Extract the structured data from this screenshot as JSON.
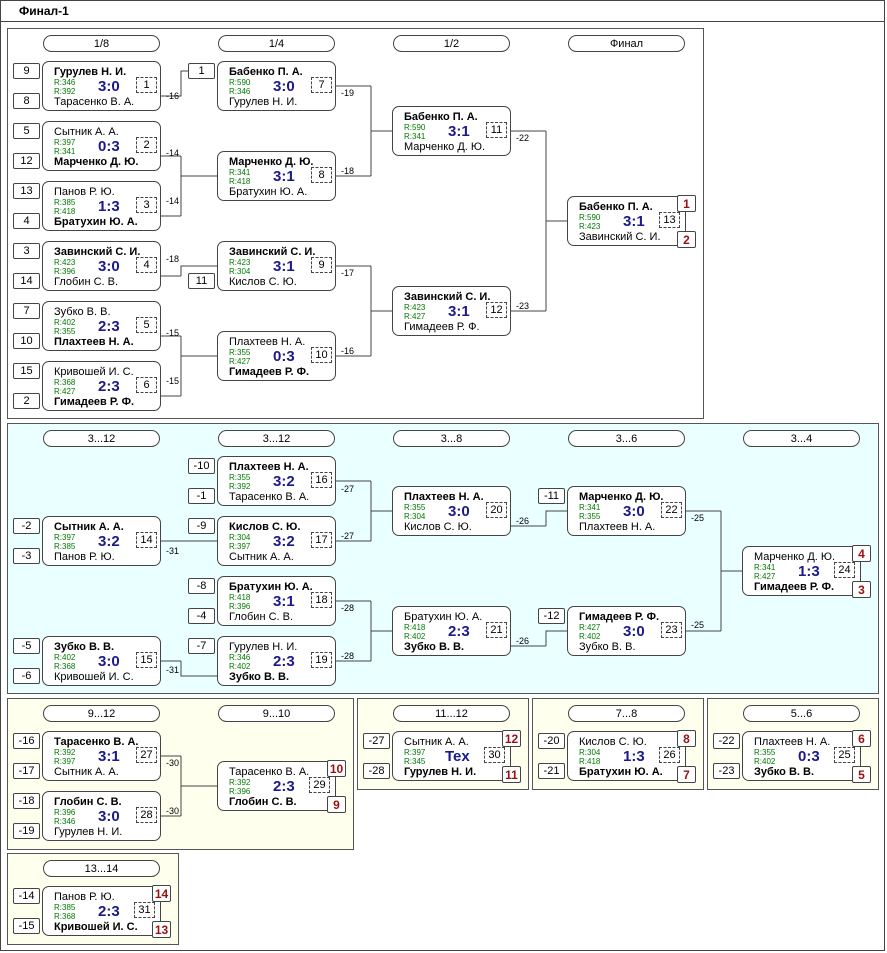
{
  "window": {
    "title": "Финал-1"
  },
  "sections": {
    "main": {
      "rounds": [
        "1/8",
        "1/4",
        "1/2",
        "Финал"
      ]
    },
    "p3_12": {
      "rounds": [
        "3...12",
        "3...12",
        "3...8",
        "3...6",
        "3...4"
      ]
    },
    "p9_12": {
      "rounds": [
        "9...12",
        "9...10"
      ]
    },
    "p11_12": {
      "rounds": [
        "11...12"
      ]
    },
    "p7_8": {
      "rounds": [
        "7...8"
      ]
    },
    "p5_6": {
      "rounds": [
        "5...6"
      ]
    },
    "p13_14": {
      "rounds": [
        "13...14"
      ]
    }
  },
  "seeds": {
    "s1": "9",
    "s2": "8",
    "s3": "5",
    "s4": "12",
    "s5": "13",
    "s6": "4",
    "s7": "3",
    "s8": "14",
    "s9": "7",
    "s10": "10",
    "s11": "15",
    "s12": "2",
    "s13": "1",
    "s14": "11",
    "s15": "-10",
    "s16": "-1",
    "s17": "-9",
    "s18": "-8",
    "s19": "-4",
    "s20": "-7",
    "s21": "-2",
    "s22": "-3",
    "s23": "-5",
    "s24": "-6",
    "s25": "-11",
    "s26": "-12",
    "s27": "-16",
    "s28": "-17",
    "s29": "-18",
    "s30": "-19",
    "s31": "-27",
    "s32": "-28",
    "s33": "-20",
    "s34": "-21",
    "s35": "-22",
    "s36": "-23",
    "s37": "-14",
    "s38": "-15"
  },
  "matches": {
    "m1": {
      "p1": "Гурулев Н. И.",
      "r1": "R:346",
      "r2": "R:392",
      "p2": "Тарасенко В. А.",
      "score": "3:0",
      "num": "1",
      "out": "-16"
    },
    "m2": {
      "p1": "Сытник А. А.",
      "r1": "R:397",
      "r2": "R:341",
      "p2": "Марченко Д. Ю.",
      "score": "0:3",
      "num": "2",
      "out": "-14"
    },
    "m3": {
      "p1": "Панов Р. Ю.",
      "r1": "R:385",
      "r2": "R:418",
      "p2": "Братухин Ю. А.",
      "score": "1:3",
      "num": "3",
      "out": "-14"
    },
    "m4": {
      "p1": "Завинский С. И.",
      "r1": "R:423",
      "r2": "R:396",
      "p2": "Глобин С. В.",
      "score": "3:0",
      "num": "4",
      "out": "-18"
    },
    "m5": {
      "p1": "Зубко В. В.",
      "r1": "R:402",
      "r2": "R:355",
      "p2": "Плахтеев Н. А.",
      "score": "2:3",
      "num": "5",
      "out": "-15"
    },
    "m6": {
      "p1": "Кривошей И. С.",
      "r1": "R:368",
      "r2": "R:427",
      "p2": "Гимадеев Р. Ф.",
      "score": "2:3",
      "num": "6",
      "out": "-15"
    },
    "m7": {
      "p1": "Бабенко П. А.",
      "r1": "R:590",
      "r2": "R:346",
      "p2": "Гурулев Н. И.",
      "score": "3:0",
      "num": "7",
      "out": "-19"
    },
    "m8": {
      "p1": "Марченко Д. Ю.",
      "r1": "R:341",
      "r2": "R:418",
      "p2": "Братухин Ю. А.",
      "score": "3:1",
      "num": "8",
      "out": "-18"
    },
    "m9": {
      "p1": "Завинский С. И.",
      "r1": "R:423",
      "r2": "R:304",
      "p2": "Кислов С. Ю.",
      "score": "3:1",
      "num": "9",
      "out": "-17"
    },
    "m10": {
      "p1": "Плахтеев Н. А.",
      "r1": "R:355",
      "r2": "R:427",
      "p2": "Гимадеев Р. Ф.",
      "score": "0:3",
      "num": "10",
      "out": "-16"
    },
    "m11": {
      "p1": "Бабенко П. А.",
      "r1": "R:590",
      "r2": "R:341",
      "p2": "Марченко Д. Ю.",
      "score": "3:1",
      "num": "11",
      "out": "-22"
    },
    "m12": {
      "p1": "Завинский С. И.",
      "r1": "R:423",
      "r2": "R:427",
      "p2": "Гимадеев Р. Ф.",
      "score": "3:1",
      "num": "12",
      "out": "-23"
    },
    "m13": {
      "p1": "Бабенко П. А.",
      "r1": "R:590",
      "r2": "R:423",
      "p2": "Завинский С. И.",
      "score": "3:1",
      "num": "13",
      "place1": "1",
      "place2": "2"
    },
    "m14": {
      "p1": "Сытник А. А.",
      "r1": "R:397",
      "r2": "R:385",
      "p2": "Панов Р. Ю.",
      "score": "3:2",
      "num": "14",
      "out": "-31"
    },
    "m15": {
      "p1": "Зубко В. В.",
      "r1": "R:402",
      "r2": "R:368",
      "p2": "Кривошей И. С.",
      "score": "3:0",
      "num": "15",
      "out": "-31"
    },
    "m16": {
      "p1": "Плахтеев Н. А.",
      "r1": "R:355",
      "r2": "R:392",
      "p2": "Тарасенко В. А.",
      "score": "3:2",
      "num": "16",
      "out": "-27"
    },
    "m17": {
      "p1": "Кислов С. Ю.",
      "r1": "R:304",
      "r2": "R:397",
      "p2": "Сытник А. А.",
      "score": "3:2",
      "num": "17",
      "out": "-27"
    },
    "m18": {
      "p1": "Братухин Ю. А.",
      "r1": "R:418",
      "r2": "R:396",
      "p2": "Глобин С. В.",
      "score": "3:1",
      "num": "18",
      "out": "-28"
    },
    "m19": {
      "p1": "Гурулев Н. И.",
      "r1": "R:346",
      "r2": "R:402",
      "p2": "Зубко В. В.",
      "score": "2:3",
      "num": "19",
      "out": "-28"
    },
    "m20": {
      "p1": "Плахтеев Н. А.",
      "r1": "R:355",
      "r2": "R:304",
      "p2": "Кислов С. Ю.",
      "score": "3:0",
      "num": "20",
      "out": "-26"
    },
    "m21": {
      "p1": "Братухин Ю. А.",
      "r1": "R:418",
      "r2": "R:402",
      "p2": "Зубко В. В.",
      "score": "2:3",
      "num": "21",
      "out": "-26"
    },
    "m22": {
      "p1": "Марченко Д. Ю.",
      "r1": "R:341",
      "r2": "R:355",
      "p2": "Плахтеев Н. А.",
      "score": "3:0",
      "num": "22",
      "out": "-25"
    },
    "m23": {
      "p1": "Гимадеев Р. Ф.",
      "r1": "R:427",
      "r2": "R:402",
      "p2": "Зубко В. В.",
      "score": "3:0",
      "num": "23",
      "out": "-25"
    },
    "m24": {
      "p1": "Марченко Д. Ю.",
      "r1": "R:341",
      "r2": "R:427",
      "p2": "Гимадеев Р. Ф.",
      "score": "1:3",
      "num": "24",
      "place1": "4",
      "place2": "3"
    },
    "m25": {
      "p1": "Тарасенко В. А.",
      "r1": "R:392",
      "r2": "R:397",
      "p2": "Сытник А. А.",
      "score": "3:1",
      "num": "27",
      "out": "-30"
    },
    "m26": {
      "p1": "Глобин С. В.",
      "r1": "R:396",
      "r2": "R:346",
      "p2": "Гурулев Н. И.",
      "score": "3:0",
      "num": "28",
      "out": "-30"
    },
    "m27": {
      "p1": "Тарасенко В. А.",
      "r1": "R:392",
      "r2": "R:396",
      "p2": "Глобин С. В.",
      "score": "2:3",
      "num": "29",
      "place1": "10",
      "place2": "9"
    },
    "m28": {
      "p1": "Сытник А. А.",
      "r1": "R:397",
      "r2": "R:345",
      "p2": "Гурулев Н. И.",
      "score": "Tex",
      "num": "30",
      "place1": "12",
      "place2": "11"
    },
    "m29": {
      "p1": "Кислов С. Ю.",
      "r1": "R:304",
      "r2": "R:418",
      "p2": "Братухин Ю. А.",
      "score": "1:3",
      "num": "26",
      "place1": "8",
      "place2": "7"
    },
    "m30": {
      "p1": "Плахтеев Н. А.",
      "r1": "R:355",
      "r2": "R:402",
      "p2": "Зубко В. В.",
      "score": "0:3",
      "num": "25",
      "place1": "6",
      "place2": "5"
    },
    "m31": {
      "p1": "Панов Р. Ю.",
      "r1": "R:385",
      "r2": "R:368",
      "p2": "Кривошей И. С.",
      "score": "2:3",
      "num": "31",
      "place1": "14",
      "place2": "13"
    }
  }
}
